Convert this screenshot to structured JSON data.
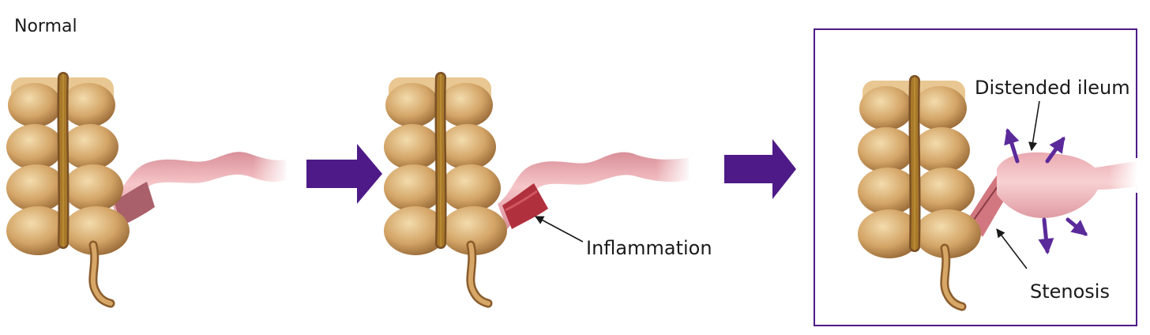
{
  "labels": {
    "stage_normal": "Normal",
    "inflammation": "Inflammation",
    "distended_ileum": "Distended ileum",
    "stenosis": "Stenosis"
  },
  "colors": {
    "arrow": "#4e1a87",
    "panel_border": "#4e1a87",
    "colon_light": "#efcf9c",
    "colon_mid": "#c79556",
    "colon_dark": "#7a5025",
    "band": "#d4a43c",
    "ileum": "#f2b9bd",
    "ileum_shadow": "#d98f98",
    "inflamed": "#b0303d"
  }
}
